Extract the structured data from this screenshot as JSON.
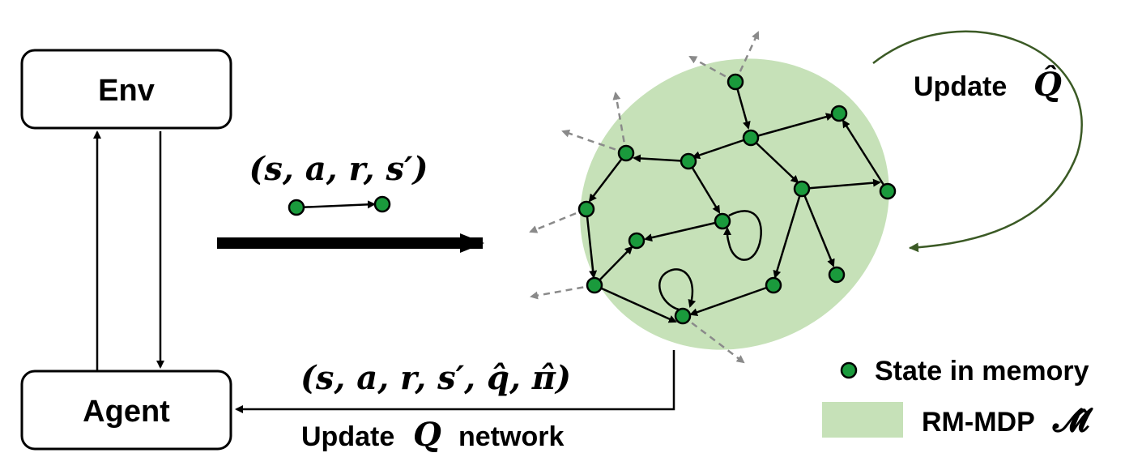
{
  "env_label": "Env",
  "agent_label": "Agent",
  "transition_tuple": "(s, a, r, s′)",
  "extended_tuple": "(s, a, r, s′, q̂, π̂)",
  "update_q_network_prefix": "Update",
  "update_q_network_symbol": "Q",
  "update_q_network_suffix": "network",
  "update_qhat_prefix": "Update",
  "update_qhat_symbol": "Q̂",
  "legend": {
    "state_label": "State in memory",
    "mdp_label_text": "RM-MDP",
    "mdp_symbol": "𝓜̂"
  },
  "colors": {
    "node_fill": "#1a9a3c",
    "region_fill": "#c6e1b8",
    "cycle_stroke": "#3b5a25",
    "dashed_stroke": "#8a8a8a"
  }
}
